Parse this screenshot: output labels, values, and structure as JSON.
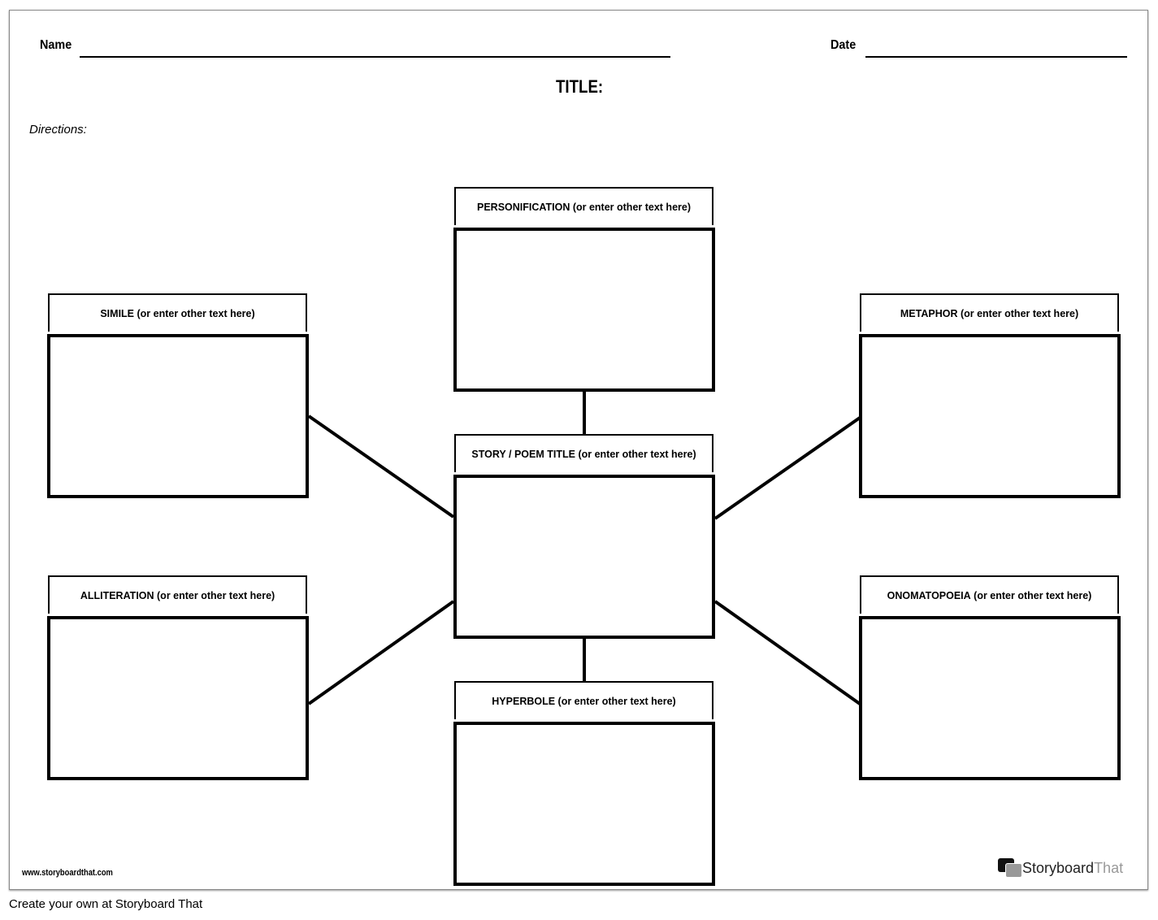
{
  "header": {
    "name_label": "Name",
    "date_label": "Date",
    "title_label": "TITLE:",
    "directions_label": "Directions:"
  },
  "boxes": [
    {
      "id": "personification",
      "title": "PERSONIFICATION",
      "suffix": " (or enter other text here)"
    },
    {
      "id": "simile",
      "title": "SIMILE",
      "suffix": " (or enter other text here)"
    },
    {
      "id": "metaphor",
      "title": "METAPHOR",
      "suffix": " (or enter other text here)"
    },
    {
      "id": "story",
      "title": "STORY / POEM TITLE",
      "suffix": " (or enter other text here)"
    },
    {
      "id": "alliteration",
      "title": "ALLITERATION",
      "suffix": " (or enter other text here)"
    },
    {
      "id": "onomatopoeia",
      "title": "ONOMATOPOEIA",
      "suffix": " (or enter other text here)"
    },
    {
      "id": "hyperbole",
      "title": "HYPERBOLE",
      "suffix": " (or enter other text here)"
    }
  ],
  "footer": {
    "website": "www.storyboardthat.com",
    "logo_text_a": "Storyboard",
    "logo_text_b": "That",
    "create_link": "Create your own at Storyboard That"
  }
}
